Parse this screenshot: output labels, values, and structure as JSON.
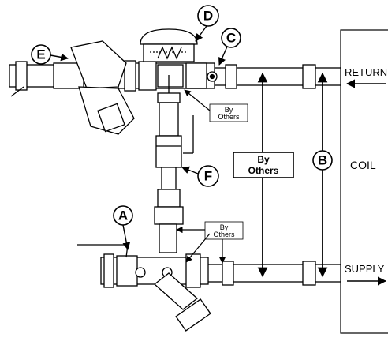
{
  "callouts": {
    "a": "A",
    "b": "B",
    "c": "C",
    "d": "D",
    "e": "E",
    "f": "F"
  },
  "labels": {
    "return": "RETURN",
    "supply": "SUPPLY",
    "coil": "COIL",
    "by_others_top": [
      "By",
      "Others"
    ],
    "by_others_center": [
      "By",
      "Others"
    ],
    "by_others_bottom": [
      "By",
      "Others"
    ]
  }
}
